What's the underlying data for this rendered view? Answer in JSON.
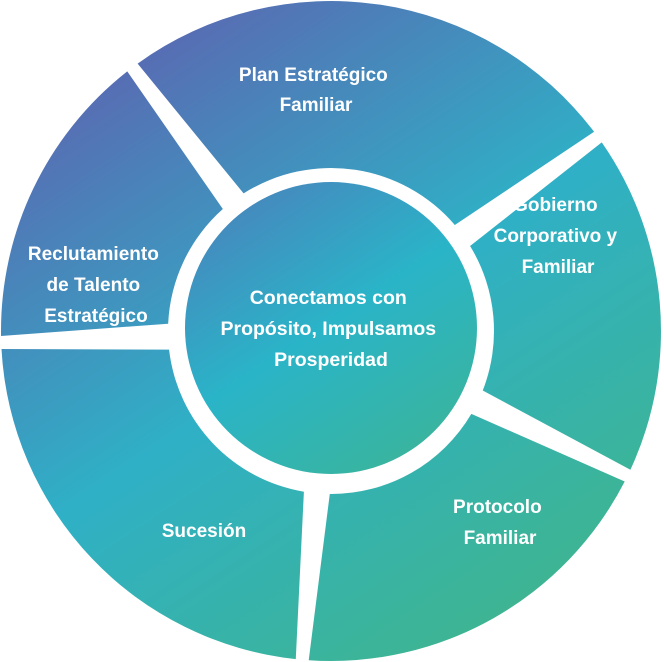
{
  "center": {
    "lines": [
      "Conectamos con",
      "Propósito, Impulsamos",
      "Prosperidad"
    ]
  },
  "segments": [
    {
      "id": "plan",
      "lines": [
        "Plan Estratégico",
        "Familiar"
      ]
    },
    {
      "id": "gobierno",
      "lines": [
        "Gobierno",
        "Corporativo y",
        "Familiar"
      ]
    },
    {
      "id": "protocolo",
      "lines": [
        "Protocolo",
        "Familiar"
      ]
    },
    {
      "id": "sucesion",
      "lines": [
        "Sucesión"
      ]
    },
    {
      "id": "reclutamiento",
      "lines": [
        "Reclutamiento",
        "de Talento",
        "Estratégico"
      ]
    }
  ],
  "colors": {
    "gradient_top_left": "#5a68b2",
    "gradient_mid": "#2fb0c6",
    "gradient_bottom": "#3fb58e",
    "center_top": "#4a82bc",
    "center_mid": "#2ab4c8",
    "center_bottom": "#3ab49a",
    "background": "#ffffff",
    "text": "#ffffff"
  }
}
